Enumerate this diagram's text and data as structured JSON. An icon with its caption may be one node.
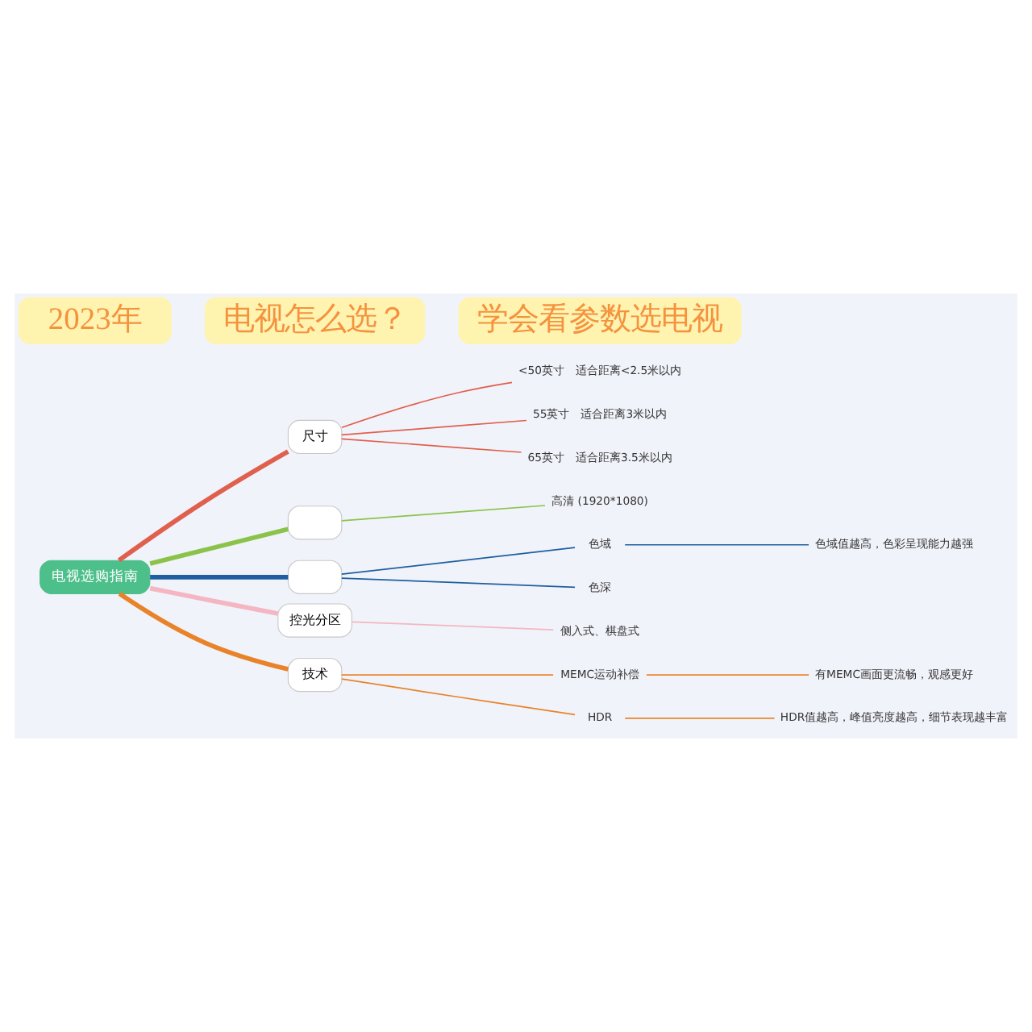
{
  "diagram": {
    "nodes": [
      {
        "text": [
          "电视选购指南"
        ]
      },
      {
        "text": [
          "尺寸"
        ]
      },
      {
        "text": [
          "<50英寸　适合距离<2.5米以内"
        ]
      },
      {
        "text": [
          "55英寸　适合距离3米以内"
        ]
      },
      {
        "text": [
          "65英寸　适合距离3.5米以内"
        ]
      },
      {
        "text": [],
        "shape": "box"
      },
      {
        "text": [
          "高清 (1920*1080)"
        ]
      },
      {
        "text": [],
        "shape": "box"
      },
      {
        "text": [
          "色域"
        ]
      },
      {
        "text": [
          "色域值越高，色彩呈现能力越强"
        ]
      },
      {
        "text": [
          "色深"
        ]
      },
      {
        "text": [
          "控光分区"
        ]
      },
      {
        "text": [
          "侧入式、棋盘式"
        ]
      },
      {
        "text": [
          "技术"
        ]
      },
      {
        "text": [
          "MEMC运动补偿"
        ]
      },
      {
        "text": [
          "有MEMC画面更流畅，观感更好"
        ]
      },
      {
        "text": [
          "HDR"
        ]
      },
      {
        "text": [
          "HDR值越高，峰值亮度越高，细节表现越丰富"
        ]
      }
    ],
    "edges": [
      {
        "from": 0,
        "to": 1,
        "arrow": "none",
        "style": "thick",
        "color": "#e0604e"
      },
      {
        "from": 1,
        "to": 2,
        "arrow": "none",
        "color": "#e0604e"
      },
      {
        "from": 1,
        "to": 3,
        "arrow": "none",
        "color": "#e0604e"
      },
      {
        "from": 1,
        "to": 4,
        "arrow": "none",
        "color": "#e0604e"
      },
      {
        "from": 0,
        "to": 5,
        "arrow": "none",
        "style": "thick",
        "color": "#8bc34a"
      },
      {
        "from": 5,
        "to": 6,
        "arrow": "none",
        "color": "#8bc34a"
      },
      {
        "from": 0,
        "to": 7,
        "arrow": "none",
        "style": "thick",
        "color": "#1f5fa0"
      },
      {
        "from": 7,
        "to": 8,
        "arrow": "none",
        "color": "#1f5fa0"
      },
      {
        "from": 8,
        "to": 9,
        "arrow": "none",
        "color": "#1f5fa0"
      },
      {
        "from": 7,
        "to": 10,
        "arrow": "none",
        "color": "#1f5fa0"
      },
      {
        "from": 0,
        "to": 11,
        "arrow": "none",
        "style": "thick",
        "color": "#f4b6c2"
      },
      {
        "from": 11,
        "to": 12,
        "arrow": "none",
        "color": "#f4b6c2"
      },
      {
        "from": 0,
        "to": 13,
        "arrow": "none",
        "style": "thick",
        "color": "#e8832a"
      },
      {
        "from": 13,
        "to": 14,
        "arrow": "none",
        "color": "#e8832a"
      },
      {
        "from": 14,
        "to": 15,
        "arrow": "none",
        "color": "#e8832a"
      },
      {
        "from": 13,
        "to": 16,
        "arrow": "none",
        "color": "#e8832a"
      },
      {
        "from": 16,
        "to": 17,
        "arrow": "none",
        "color": "#e8832a"
      }
    ],
    "labels": [
      "2023年",
      "电视怎么选？",
      "学会看参数选电视"
    ]
  }
}
